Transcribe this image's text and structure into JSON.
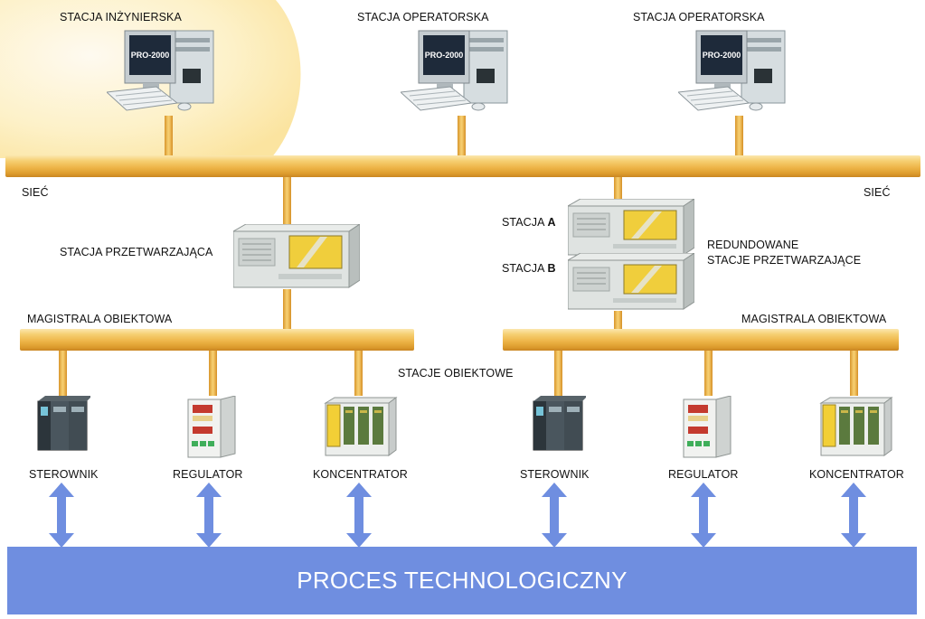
{
  "workstations": [
    {
      "label": "STACJA INŻYNIERSKA",
      "screen_text": "PRO-2000"
    },
    {
      "label": "STACJA OPERATORSKA",
      "screen_text": "PRO-2000"
    },
    {
      "label": "STACJA OPERATORSKA",
      "screen_text": "PRO-2000"
    }
  ],
  "network": {
    "left_label": "SIEĆ",
    "right_label": "SIEĆ"
  },
  "processing": {
    "single_label": "STACJA PRZETWARZAJĄCA",
    "station_a_prefix": "STACJA ",
    "station_a_letter": "A",
    "station_b_prefix": "STACJA ",
    "station_b_letter": "B",
    "redundant_line1": "REDUNDOWANE",
    "redundant_line2": "STACJE PRZETWARZAJĄCE"
  },
  "fieldbus": {
    "left_label": "MAGISTRALA OBIEKTOWA",
    "right_label": "MAGISTRALA OBIEKTOWA"
  },
  "field_stations_label": "STACJE OBIEKTOWE",
  "devices": [
    {
      "label": "STEROWNIK"
    },
    {
      "label": "REGULATOR"
    },
    {
      "label": "KONCENTRATOR"
    },
    {
      "label": "STEROWNIK"
    },
    {
      "label": "REGULATOR"
    },
    {
      "label": "KONCENTRATOR"
    }
  ],
  "process_label": "PROCES TECHNOLOGICZNY",
  "colors": {
    "bus": "#f0bc52",
    "process": "#6f8ee0",
    "arrow": "#6f8ee0",
    "highlight": "#fdf3c4"
  }
}
